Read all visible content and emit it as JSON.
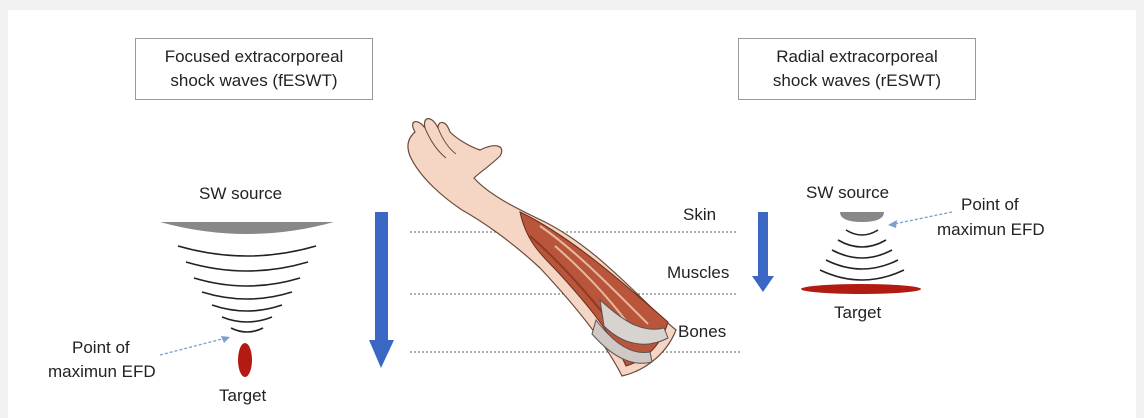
{
  "focused_box": {
    "line1": "Focused extracorporeal",
    "line2": "shock waves (fESWT)"
  },
  "radial_box": {
    "line1": "Radial extracorporeal",
    "line2": "shock waves (rESWT)"
  },
  "left": {
    "source_label": "SW source",
    "point_line1": "Point of",
    "point_line2": "maximun EFD",
    "target_label": "Target"
  },
  "right": {
    "source_label": "SW source",
    "point_line1": "Point of",
    "point_line2": "maximun EFD",
    "target_label": "Target"
  },
  "tissue_layers": {
    "skin": "Skin",
    "muscles": "Muscles",
    "bones": "Bones"
  },
  "colors": {
    "arrow_blue": "#3a67c4",
    "target_red": "#b31b12",
    "source_gray": "#8a8a8a"
  }
}
